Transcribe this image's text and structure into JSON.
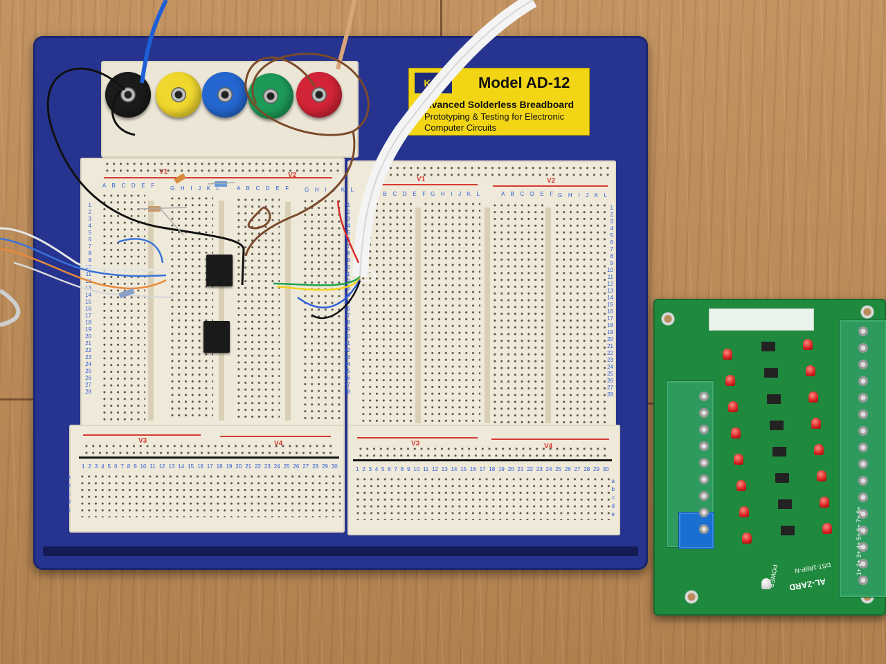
{
  "label": {
    "logo": "KAB",
    "model": "Model AD-12",
    "subtitle": "Advanced Solderless Breadboard",
    "desc_line1": "Prototyping & Testing for Electronic",
    "desc_line2": "Computer Circuits"
  },
  "rails": {
    "top_left_v1": "V1",
    "top_left_v2": "V2",
    "top_right_v1": "V1",
    "top_right_v2": "V2",
    "bottom_left_v3": "V3",
    "bottom_left_v4": "V4",
    "bottom_right_v3": "V3",
    "bottom_right_v4": "V4"
  },
  "columns": {
    "left_a": "A B C D E F",
    "left_g": "G H I J K L",
    "mid_a": "A B C D E F",
    "mid_g": "G H I J K L",
    "right_a": "A B C D E F",
    "right_g": "G H I J K L"
  },
  "row_numbers": [
    "1",
    "2",
    "3",
    "4",
    "5",
    "6",
    "7",
    "8",
    "9",
    "10",
    "11",
    "12",
    "13",
    "14",
    "15",
    "16",
    "17",
    "18",
    "19",
    "20",
    "21",
    "22",
    "23",
    "24",
    "25",
    "26",
    "27",
    "28"
  ],
  "bottom_numbers": [
    "1",
    "2",
    "3",
    "4",
    "5",
    "6",
    "7",
    "8",
    "9",
    "10",
    "11",
    "12",
    "13",
    "14",
    "15",
    "16",
    "17",
    "18",
    "19",
    "20",
    "21",
    "22",
    "23",
    "24",
    "25",
    "26",
    "27",
    "28",
    "29",
    "30"
  ],
  "bottom_rows": [
    "a",
    "b",
    "c",
    "d",
    "e"
  ],
  "pcb": {
    "brand": "AL-ZARD",
    "model": "DST-1R8P-N",
    "power": "POWER",
    "channels": [
      "1+",
      "2+",
      "3+",
      "4+",
      "5+",
      "6+",
      "7+",
      "8+"
    ]
  },
  "colors": {
    "base_blue": "#26348f",
    "breadboard_white": "#efe9da",
    "label_yellow": "#f2d514",
    "pcb_green": "#1f8a3e",
    "wood": "#b98a5a"
  }
}
